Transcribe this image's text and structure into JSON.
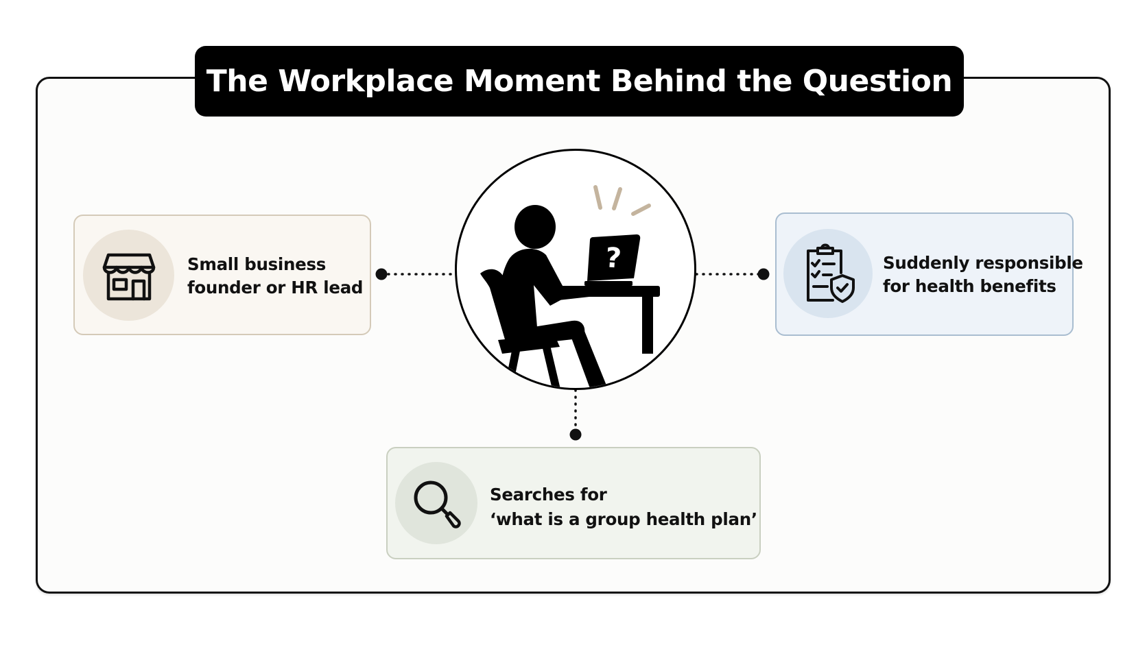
{
  "title": "The Workplace Moment Behind the Question",
  "center": {
    "figure": "person-at-laptop-icon",
    "screen_glyph": "?"
  },
  "cards": {
    "left": {
      "icon": "storefront-icon",
      "line1": "Small business",
      "line2": "founder or HR lead"
    },
    "right": {
      "icon": "clipboard-shield-icon",
      "line1": "Suddenly responsible",
      "line2": "for health benefits"
    },
    "bottom": {
      "icon": "magnifier-icon",
      "line1": "Searches for",
      "line2": "‘what is a group health plan’"
    }
  },
  "colors": {
    "left_card_bg": "#faf7f2",
    "right_card_bg": "#eef3f9",
    "bottom_card_bg": "#f1f4ee",
    "attention_lines": "#c4b49e"
  }
}
